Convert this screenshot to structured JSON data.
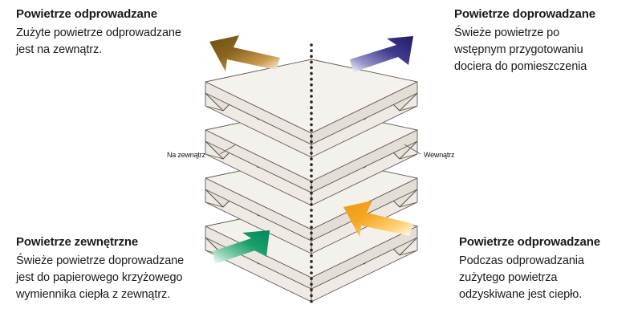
{
  "diagram": {
    "title_alt": "Papierowy krzyżowy wymiennik ciepła",
    "background_color": "#ffffff",
    "plate_fill": "#f4f1ec",
    "plate_edge": "#5f5a54",
    "flute_fill": "#e9e4db",
    "center_line": "dotted-vertical-divider"
  },
  "callouts": {
    "exhaust_top": {
      "title": "Powietrze odprowadzane",
      "lines": [
        "Zużyte powietrze odprowadzane",
        "jest na zewnątrz."
      ],
      "arrow_color": "#8a6420",
      "arrow_name": "exhaust-air-arrow"
    },
    "supply_top": {
      "title": "Powietrze doprowadzane",
      "lines": [
        "Świeże powietrze po",
        "wstępnym przygotowaniu",
        "dociera do pomieszczenia"
      ],
      "arrow_color": "#2e2a78",
      "arrow_name": "supply-air-arrow"
    },
    "outdoor_bottom": {
      "title": "Powietrze zewnętrzne",
      "lines": [
        "Świeże powietrze doprowadzane",
        "jest do papierowego krzyżowego",
        "wymiennika ciepła z zewnątrz."
      ],
      "arrow_color": "#00945e",
      "arrow_name": "outdoor-air-arrow"
    },
    "exhaust_bottom": {
      "title": "Powietrze odprowadzane",
      "lines": [
        "Podczas odprowadzania",
        "zużytego powietrza",
        "odzyskiwane jest ciepło."
      ],
      "arrow_color": "#f5a623",
      "arrow_name": "extract-air-arrow"
    }
  },
  "center_labels": {
    "outside": "Na zewnątrz",
    "inside": "Wewnątrz"
  }
}
